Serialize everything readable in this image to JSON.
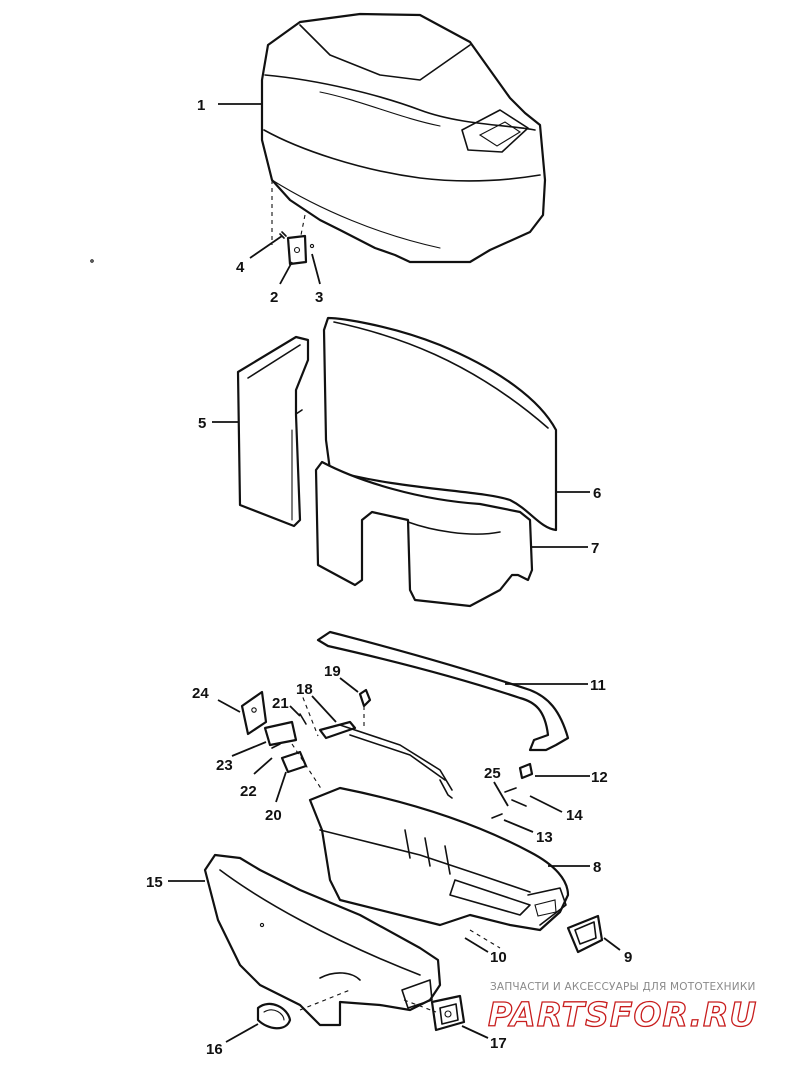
{
  "callouts": [
    {
      "id": "callout-1",
      "text": "1"
    },
    {
      "id": "callout-2",
      "text": "2"
    },
    {
      "id": "callout-3",
      "text": "3"
    },
    {
      "id": "callout-4",
      "text": "4"
    },
    {
      "id": "callout-5",
      "text": "5"
    },
    {
      "id": "callout-6",
      "text": "6"
    },
    {
      "id": "callout-7",
      "text": "7"
    },
    {
      "id": "callout-8",
      "text": "8"
    },
    {
      "id": "callout-9",
      "text": "9"
    },
    {
      "id": "callout-10",
      "text": "10"
    },
    {
      "id": "callout-11",
      "text": "11"
    },
    {
      "id": "callout-12",
      "text": "12"
    },
    {
      "id": "callout-13",
      "text": "13"
    },
    {
      "id": "callout-14",
      "text": "14"
    },
    {
      "id": "callout-15",
      "text": "15"
    },
    {
      "id": "callout-16",
      "text": "16"
    },
    {
      "id": "callout-17",
      "text": "17"
    },
    {
      "id": "callout-18",
      "text": "18"
    },
    {
      "id": "callout-19",
      "text": "19"
    },
    {
      "id": "callout-20",
      "text": "20"
    },
    {
      "id": "callout-21",
      "text": "21"
    },
    {
      "id": "callout-22",
      "text": "22"
    },
    {
      "id": "callout-23",
      "text": "23"
    },
    {
      "id": "callout-24",
      "text": "24"
    },
    {
      "id": "callout-25",
      "text": "25"
    }
  ],
  "watermark": {
    "subtitle": "ЗАПЧАСТИ И АКСЕССУАРЫ ДЛЯ МОТОТЕХНИКИ",
    "brand": "PARTSFOR.RU",
    "brand_color": "#c81e1e"
  }
}
